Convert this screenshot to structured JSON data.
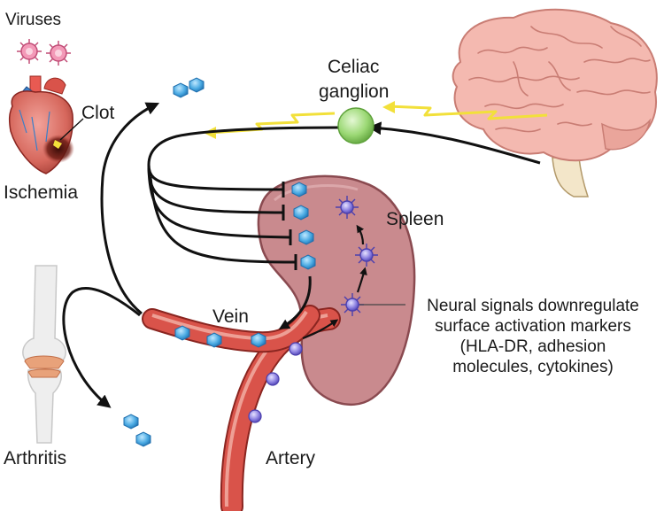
{
  "labels": {
    "viruses": "Viruses",
    "clot": "Clot",
    "ischemia": "Ischemia",
    "celiac_line1": "Celiac",
    "celiac_line2": "ganglion",
    "spleen": "Spleen",
    "vein": "Vein",
    "artery": "Artery",
    "arthritis": "Arthritis"
  },
  "callout": {
    "lines": [
      "Neural signals downregulate",
      "surface activation markers",
      "(HLA-DR, adhesion",
      "molecules, cytokines)"
    ]
  },
  "icons": [
    "virus-icon",
    "heart-icon",
    "brain-icon",
    "ganglion-icon",
    "spleen-organ",
    "knee-joint-icon",
    "cytokine-icon",
    "immune-cell-icon",
    "inhibition-icon",
    "lightning-bolt-icon"
  ],
  "colors": {
    "spleen": "#c98a8e",
    "vessel": "#c0392b",
    "cytokine": "#4aa8e0",
    "immune_cell": "#7b6fd6",
    "ganglion": "#8fd16a",
    "signal": "#f2e03a",
    "brain": "#f2b7ae",
    "virus": "#e8749a"
  }
}
